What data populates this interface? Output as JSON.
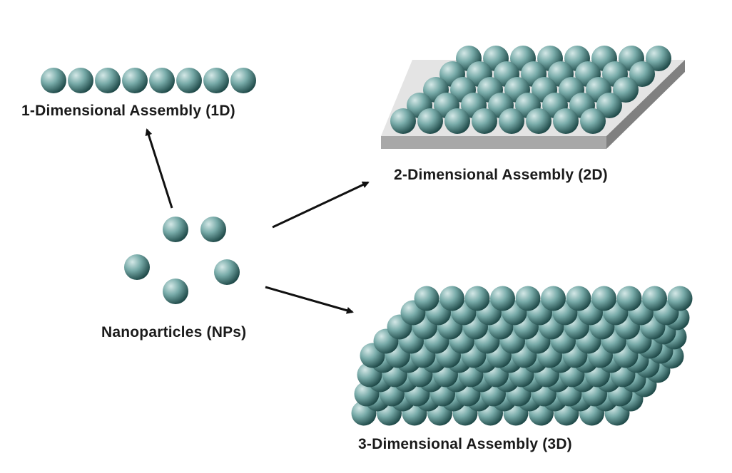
{
  "labels": {
    "one_d": "1-Dimensional Assembly (1D)",
    "two_d": "2-Dimensional Assembly (2D)",
    "nanoparticles": "Nanoparticles (NPs)",
    "three_d": "3-Dimensional Assembly (3D)"
  },
  "colors": {
    "particle_light": "#cfe4e3",
    "particle_mid": "#6fa3a1",
    "particle_dark": "#1f4a49",
    "substrate_top": "#e6e6e6",
    "substrate_front": "#a9a9a9",
    "substrate_side": "#7e7e7e",
    "arrow": "#111111"
  },
  "assemblies": {
    "one_d_particle_count": 8,
    "two_d_grid": {
      "cols": 8,
      "rows": 5
    },
    "three_d_grid": {
      "cols": 11,
      "rows": 5,
      "layers": 4
    },
    "free_particle_count": 5
  }
}
